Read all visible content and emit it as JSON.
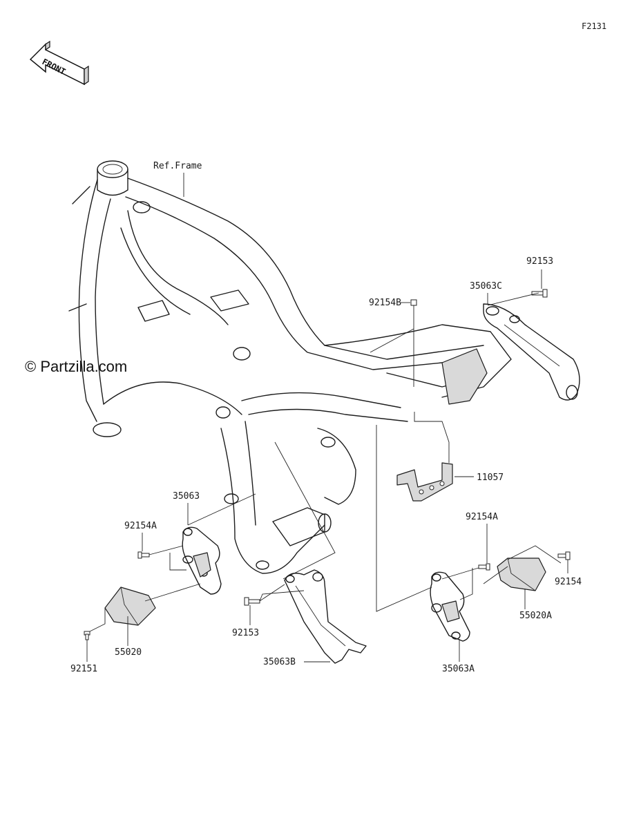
{
  "diagram_code": "F2131",
  "front_arrow_label": "FRONT",
  "watermark": "© Partzilla.com",
  "frame_ref_label": "Ref.Frame",
  "colors": {
    "line": "#1c1c1c",
    "shade": "#d9d9d9",
    "background": "#ffffff"
  },
  "callouts": {
    "p92153_top": "92153",
    "p35063C": "35063C",
    "p92154B": "92154B",
    "p11057": "11057",
    "p35063": "35063",
    "p92154A_left": "92154A",
    "p92154A_right": "92154A",
    "p92154": "92154",
    "p55020A": "55020A",
    "p55020": "55020",
    "p92151": "92151",
    "p92153_bottom": "92153",
    "p35063B": "35063B",
    "p35063A": "35063A"
  }
}
